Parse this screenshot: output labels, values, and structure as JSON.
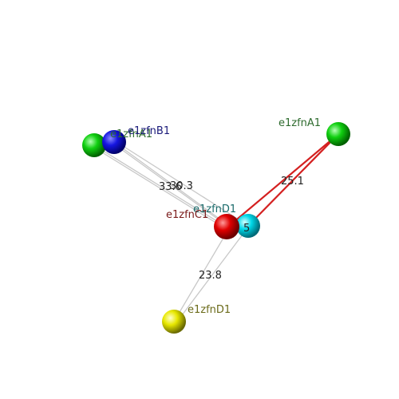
{
  "nodes": {
    "a1_left": {
      "label": "e1zfnA1",
      "color": "#00c000",
      "label_color": "#2e6b2e"
    },
    "b1": {
      "label": "e1zfnB1",
      "color": "#1010e0",
      "label_color": "#1a1a7a"
    },
    "a1_right": {
      "label": "e1zfnA1",
      "color": "#00c000",
      "label_color": "#2e6b2e"
    },
    "c1": {
      "label": "e1zfnC1",
      "color": "#e00000",
      "label_color": "#7a1a1a"
    },
    "d1_cyan": {
      "label": "e1zfnD1",
      "color": "#00d8e8",
      "label_color": "#1a6b6b"
    },
    "d1": {
      "label": "e1zfnD1",
      "color": "#e8e800",
      "label_color": "#6b6b1a"
    }
  },
  "distances": {
    "a1_left_c1": "33.6",
    "b1_c1": "30.3",
    "a1_right_c1": "25.1",
    "c1_cyan": "5",
    "d1_c1": "23.8"
  },
  "colors": {
    "bond_gray": "#c8c8c8",
    "bond_red": "#d42020"
  }
}
